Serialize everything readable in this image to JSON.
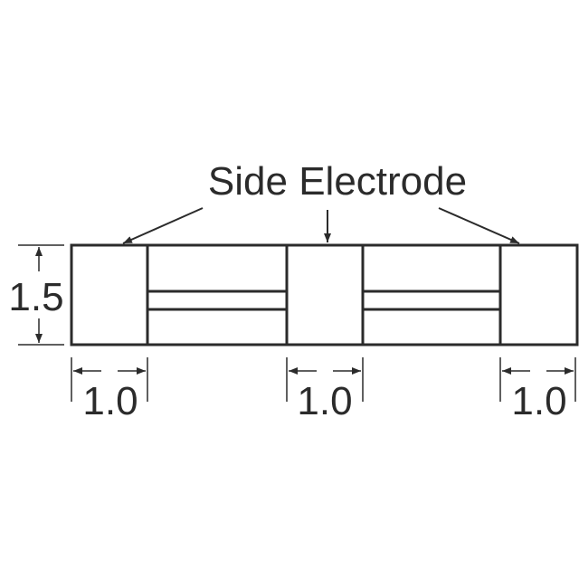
{
  "label": "Side Electrode",
  "dims": {
    "height": "1.5",
    "left_width": "1.0",
    "center_width": "1.0",
    "right_width": "1.0"
  },
  "colors": {
    "line": "#2b2b2b",
    "background": "#ffffff"
  }
}
